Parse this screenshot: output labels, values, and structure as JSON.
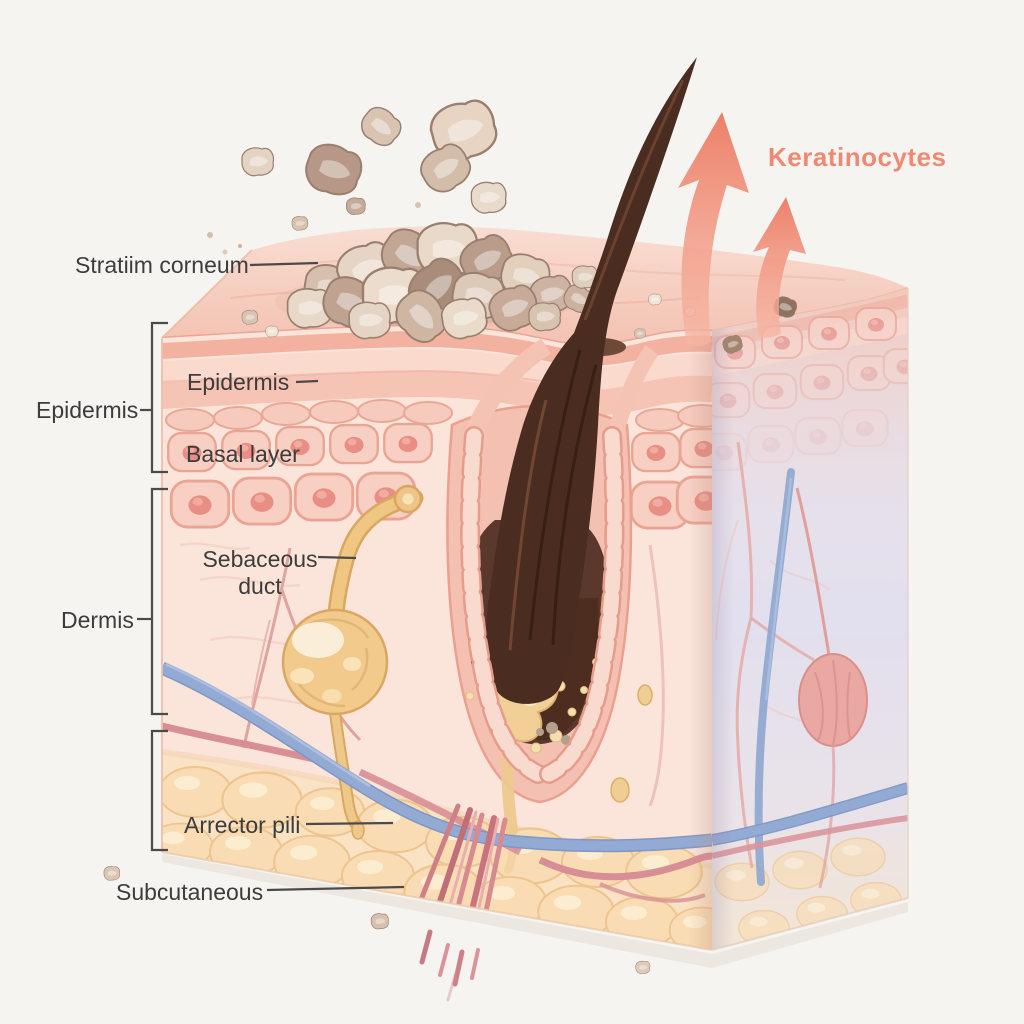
{
  "figure": {
    "kind": "skin-anatomy-cross-section-illustration",
    "description": "3D cut-away block of human skin with flaking stratum corneum, hair follicle, sebaceous gland and vessels"
  },
  "labels": {
    "stratum_corneum": "Stratiim corneum",
    "epidermis_group": "Epidermis",
    "epidermis_layer": "Epidermis",
    "basal_layer": "Basal layer",
    "sebaceous_line1": "Sebaceous",
    "sebaceous_line2": "duct",
    "dermis": "Dermis",
    "arrector_pili": "Arrector pili",
    "subcutaneous": "Subcutaneous",
    "keratinocytes": "Keratinocytes"
  },
  "palette": {
    "background": "#f6f4f1",
    "label_text": "#3c3c3c",
    "leader_line": "#4a4a4a",
    "keratinocytes_text": "#ee8a74",
    "arrow_salmon": "#f0907c",
    "skin_surface_pink": "#f5cabb",
    "epidermis_stripe": "#f3b1a0",
    "cell_pink": "#f8d0c3",
    "cell_nucleus": "#e88e84",
    "dermis_pink": "#fbe5db",
    "right_face_lavender": "#e4e3f0",
    "subcutaneous_fat": "#f9dcb3",
    "sebum_yellow": "#f2cc8e",
    "hair_brown": "#4a2c20",
    "vessel_blue": "#93abd4",
    "vessel_red": "#d88e95",
    "flake_tan": "#d7bfae"
  }
}
